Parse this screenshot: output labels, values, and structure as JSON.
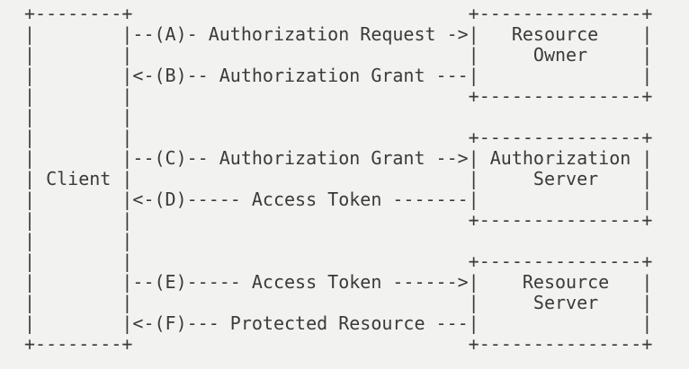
{
  "colors": {
    "background": "#f2f2f0",
    "text": "#3a3a38"
  },
  "diagram": {
    "lines": [
      "+--------+                               +---------------+",
      "|        |--(A)- Authorization Request ->|   Resource    |",
      "|        |                               |     Owner     |",
      "|        |<-(B)-- Authorization Grant ---|               |",
      "|        |                               +---------------+",
      "|        |",
      "|        |                               +---------------+",
      "|        |--(C)-- Authorization Grant -->| Authorization |",
      "| Client |                               |     Server    |",
      "|        |<-(D)----- Access Token -------|               |",
      "|        |                               +---------------+",
      "|        |",
      "|        |                               +---------------+",
      "|        |--(E)----- Access Token ------>|    Resource   |",
      "|        |                               |     Server    |",
      "|        |<-(F)--- Protected Resource ---|               |",
      "+--------+                               +---------------+"
    ]
  },
  "semantics": {
    "boxes": [
      "Client",
      "Resource Owner",
      "Authorization Server",
      "Resource Server"
    ],
    "steps": [
      {
        "id": "A",
        "label": "Authorization Request",
        "from": "Client",
        "to": "Resource Owner"
      },
      {
        "id": "B",
        "label": "Authorization Grant",
        "from": "Resource Owner",
        "to": "Client"
      },
      {
        "id": "C",
        "label": "Authorization Grant",
        "from": "Client",
        "to": "Authorization Server"
      },
      {
        "id": "D",
        "label": "Access Token",
        "from": "Authorization Server",
        "to": "Client"
      },
      {
        "id": "E",
        "label": "Access Token",
        "from": "Client",
        "to": "Resource Server"
      },
      {
        "id": "F",
        "label": "Protected Resource",
        "from": "Resource Server",
        "to": "Client"
      }
    ]
  }
}
